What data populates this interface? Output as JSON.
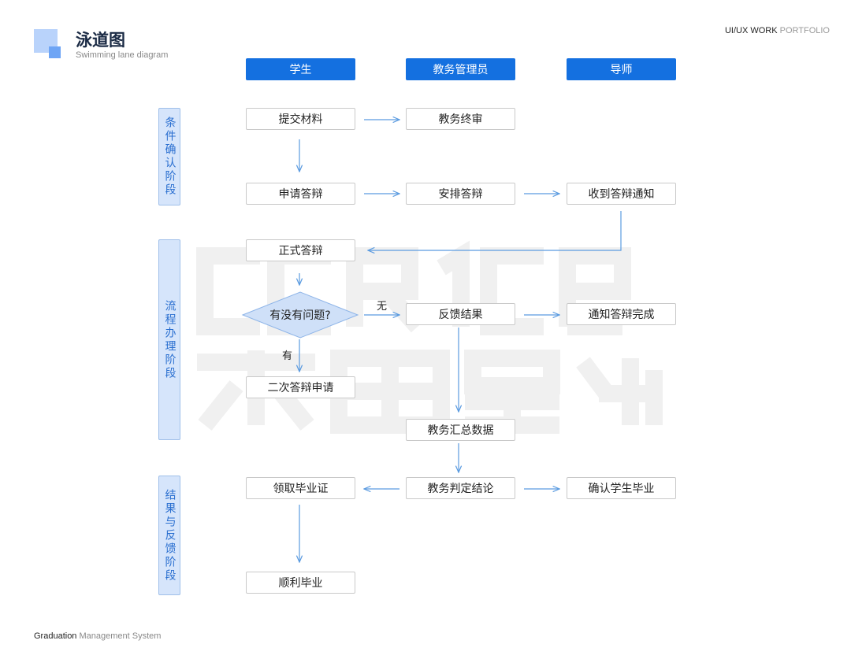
{
  "header": {
    "title": "泳道图",
    "subtitle": "Swimming lane diagram",
    "brand_main": "UI/UX WORK",
    "brand_sub": "PORTFOLIO"
  },
  "footer": {
    "main": "Graduation",
    "sub": "Management System"
  },
  "watermark": "CCR1CE 禾田星锐",
  "lanes": [
    "学生",
    "教务管理员",
    "导师"
  ],
  "stages": [
    "条件确认阶段",
    "流程办理阶段",
    "结果与反馈阶段"
  ],
  "nodes": {
    "submit": "提交材料",
    "final_review": "教务终审",
    "apply": "申请答辩",
    "arrange": "安排答辩",
    "notice": "收到答辩通知",
    "formal": "正式答辩",
    "decision": "有没有问题?",
    "feedback": "反馈结果",
    "notify_done": "通知答辩完成",
    "second": "二次答辩申请",
    "summary": "教务汇总数据",
    "get_cert": "领取毕业证",
    "judge": "教务判定结论",
    "confirm": "确认学生毕业",
    "graduate": "顺利毕业"
  },
  "edge_labels": {
    "no": "无",
    "yes": "有"
  },
  "colors": {
    "accent": "#1470e0",
    "arrow": "#5b9be0",
    "stage_bg": "#d6e5fb"
  }
}
